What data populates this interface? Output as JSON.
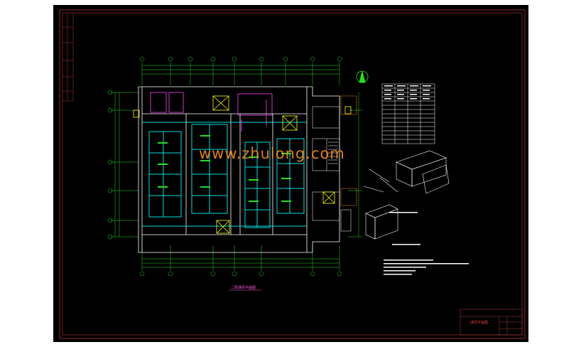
{
  "watermark": "www.zhulong.com",
  "drawing": {
    "plan_title": "二层通风平面图",
    "title_block_name": "通风平面图",
    "north_symbol": "north-arrow"
  },
  "colors": {
    "background": "#000000",
    "frame": "#b23a3a",
    "dimension": "#22e022",
    "walls": "#ffffff",
    "ducts": "#00e0e0",
    "special": "#ff40ff",
    "equipment": "#ffff00",
    "watermark": "#f08a1c"
  }
}
